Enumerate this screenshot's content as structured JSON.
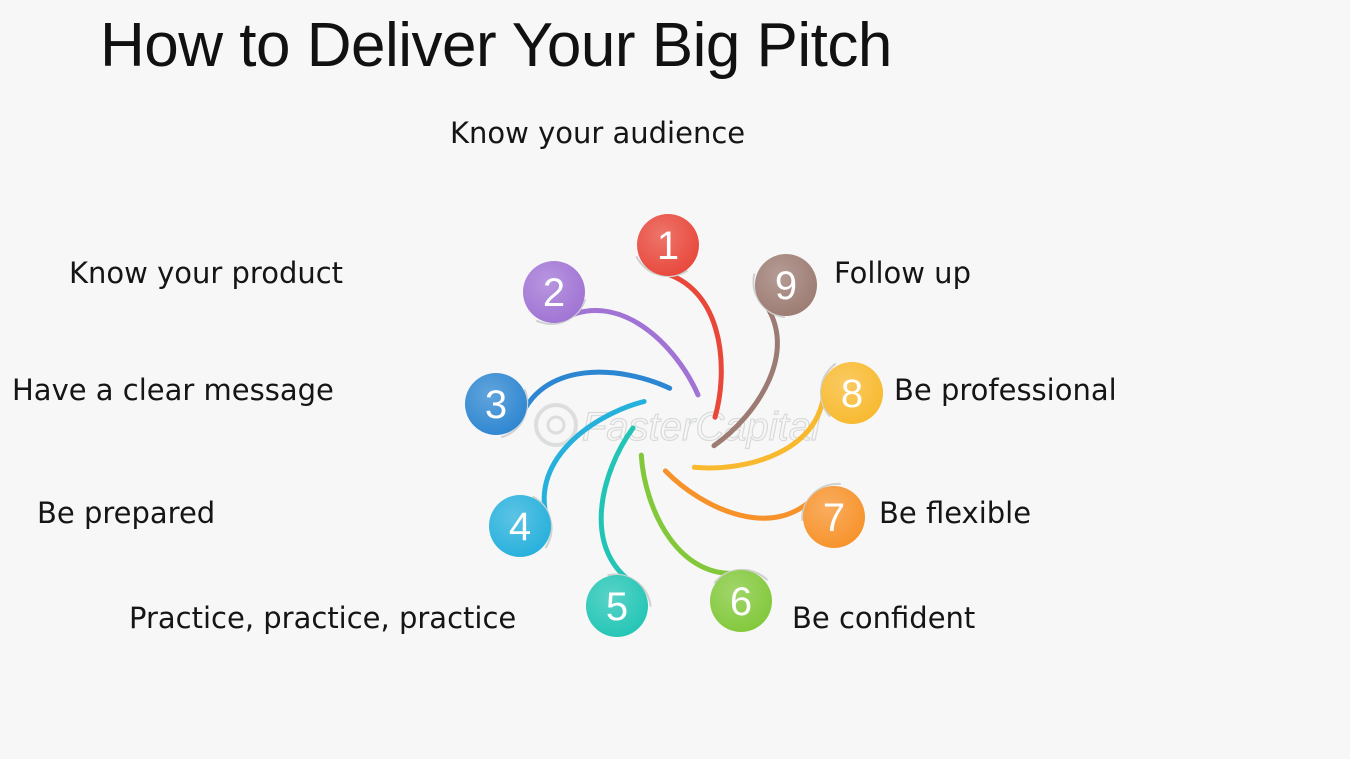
{
  "title": "How to Deliver Your Big Pitch",
  "watermark": "FasterCapital",
  "steps": [
    {
      "number": "1",
      "label": "Know your audience",
      "color": "#e8473a"
    },
    {
      "number": "2",
      "label": "Know your product",
      "color": "#a073d4"
    },
    {
      "number": "3",
      "label": "Have a clear message",
      "color": "#2d86d1"
    },
    {
      "number": "4",
      "label": "Be prepared",
      "color": "#26b0dc"
    },
    {
      "number": "5",
      "label": "Practice, practice, practice",
      "color": "#22c5b5"
    },
    {
      "number": "6",
      "label": "Be confident",
      "color": "#82c83a"
    },
    {
      "number": "7",
      "label": "Be flexible",
      "color": "#f7922a"
    },
    {
      "number": "8",
      "label": "Be professional",
      "color": "#f8b92e"
    },
    {
      "number": "9",
      "label": "Follow up",
      "color": "#9c7b72"
    }
  ]
}
